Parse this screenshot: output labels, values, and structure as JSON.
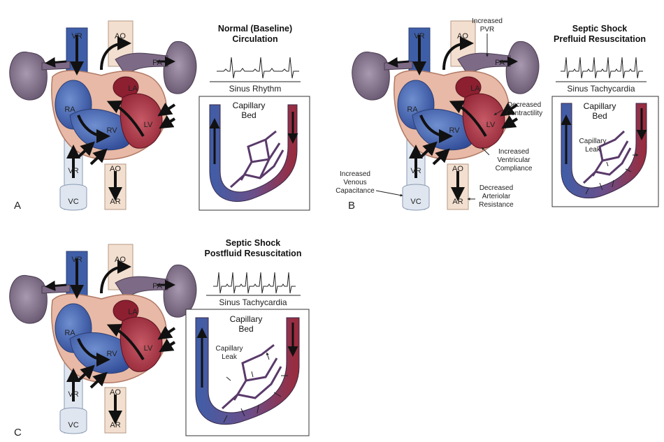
{
  "colors": {
    "venous_blue": "#3f5ea8",
    "arterial_red": "#9b2a3a",
    "lung_purple": "#7d6a86",
    "vessel_pale": "#dfe6ef",
    "aorta_pale": "#f3dfcf",
    "heart_outline": "#e8b9a6"
  },
  "panels": [
    {
      "letter": "A",
      "title_line1": "Normal (Baseline)",
      "title_line2": "Circulation",
      "rhythm_label": "Sinus Rhythm",
      "capillary_label_1": "Capillary",
      "capillary_label_2": "Bed",
      "labels": {
        "vr_top": "VR",
        "ao_top": "AO",
        "pa": "PA",
        "ra": "RA",
        "la": "LA",
        "rv": "RV",
        "lv": "LV",
        "vr_bottom": "VR",
        "vc": "VC",
        "ao_bottom": "AO",
        "ar": "AR"
      }
    },
    {
      "letter": "B",
      "title_line1": "Septic Shock",
      "title_line2": "Prefluid Resuscitation",
      "rhythm_label": "Sinus Tachycardia",
      "capillary_label_1": "Capillary",
      "capillary_label_2": "Bed",
      "leak_1": "Capillary",
      "leak_2": "Leak",
      "labels": {
        "vr_top": "VR",
        "ao_top": "AO",
        "pa": "PA",
        "ra": "RA",
        "la": "LA",
        "rv": "RV",
        "lv": "LV",
        "vr_bottom": "VR",
        "vc": "VC",
        "ao_bottom": "AO",
        "ar": "AR"
      },
      "annotations": {
        "pvr_1": "Increased",
        "pvr_2": "PVR",
        "contractility_1": "Decreased",
        "contractility_2": "Contractility",
        "compliance_1": "Increased",
        "compliance_2": "Ventricular",
        "compliance_3": "Compliance",
        "venous_1": "Increased",
        "venous_2": "Venous",
        "venous_3": "Capacitance",
        "arteriolar_1": "Decreased",
        "arteriolar_2": "Arteriolar",
        "arteriolar_3": "Resistance"
      }
    },
    {
      "letter": "C",
      "title_line1": "Septic Shock",
      "title_line2": "Postfluid Resuscitation",
      "rhythm_label": "Sinus Tachycardia",
      "capillary_label_1": "Capillary",
      "capillary_label_2": "Bed",
      "leak_1": "Capillary",
      "leak_2": "Leak",
      "labels": {
        "vr_top": "VR",
        "ao_top": "AO",
        "pa": "PA",
        "ra": "RA",
        "la": "LA",
        "rv": "RV",
        "lv": "LV",
        "vr_bottom": "VR",
        "vc": "VC",
        "ao_bottom": "AO",
        "ar": "AR"
      }
    }
  ]
}
